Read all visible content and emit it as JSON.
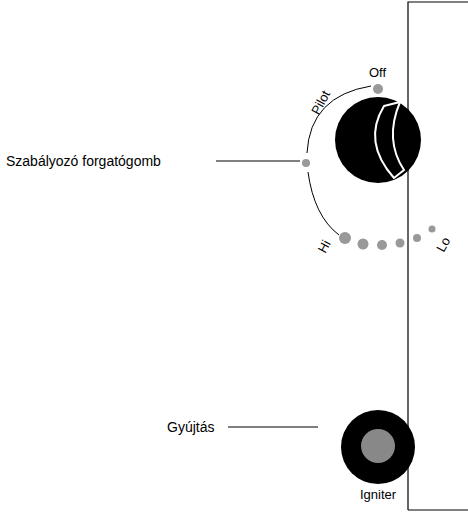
{
  "diagram": {
    "labels": [
      "Szabályozó forgatógomb",
      "Gyújtás",
      "Off",
      "Pilot",
      "Hi",
      "Lo",
      "Igniter"
    ]
  }
}
